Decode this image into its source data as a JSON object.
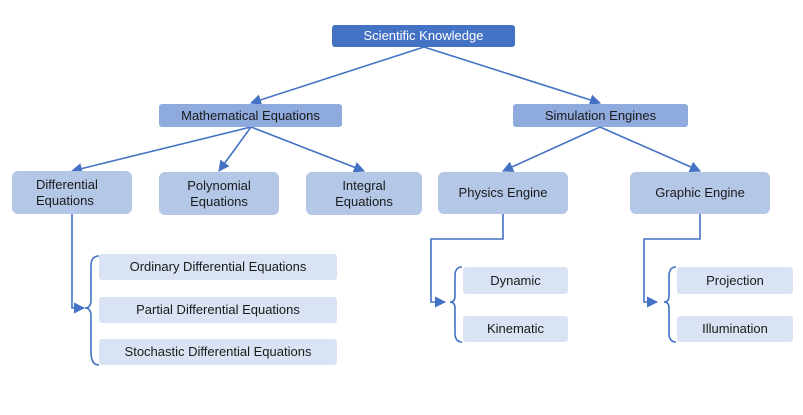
{
  "diagram": {
    "root": {
      "label": "Scientific Knowledge"
    },
    "math": {
      "label": "Mathematical Equations",
      "children": [
        {
          "label": "Differential Equations"
        },
        {
          "label": "Polynomial Equations"
        },
        {
          "label": "Integral Equations"
        }
      ],
      "diff_types": [
        {
          "label": "Ordinary Differential Equations"
        },
        {
          "label": "Partial Differential Equations"
        },
        {
          "label": "Stochastic Differential Equations"
        }
      ]
    },
    "sim": {
      "label": "Simulation Engines",
      "children": [
        {
          "label": "Physics Engine"
        },
        {
          "label": "Graphic Engine"
        }
      ],
      "physics_types": [
        {
          "label": "Dynamic"
        },
        {
          "label": "Kinematic"
        }
      ],
      "graphic_types": [
        {
          "label": "Projection"
        },
        {
          "label": "Illumination"
        }
      ]
    },
    "colors": {
      "root": "#4472c4",
      "level1": "#8faadc",
      "level2": "#b4c7e7",
      "leaf": "#dae3f3",
      "connector": "#4472c4"
    }
  }
}
